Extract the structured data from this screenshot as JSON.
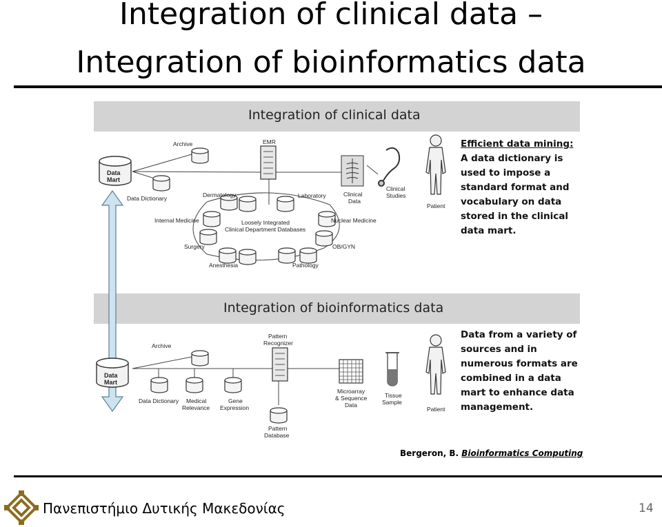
{
  "slide": {
    "title_line1": "Integration of clinical data –",
    "title_line2": "Integration of bioinformatics data",
    "footer": "Πανεπιστήμιο Δυτικής Μακεδονίας",
    "page_number": "14",
    "citation_author": "Bergeron, B.",
    "citation_title": "Bioinformatics  Computing"
  },
  "clinical": {
    "header": "Integration of clinical data",
    "labels": {
      "data_mart": [
        "Data",
        "Mart"
      ],
      "archive": "Archive",
      "emr": "EMR",
      "data_dictionary": "Data Dictionary",
      "dermatology": "Dermatology",
      "laboratory": "Laboratory",
      "clinical_data": [
        "Clinical",
        "Data"
      ],
      "clinical_studies": [
        "Clinical",
        "Studies"
      ],
      "patient": "Patient",
      "internal_medicine": "Internal Medicine",
      "loosely_integrated": [
        "Loosely Integrated",
        "Clinical Department Databases"
      ],
      "nuclear_medicine": "Nuclear Medicine",
      "surgery": "Surgery",
      "obgyn": "OB/GYN",
      "anesthesia": "Anesthesia",
      "pathology": "Pathology"
    },
    "note": [
      "Efficient data mining:",
      "A data dictionary is",
      "used to impose a",
      "standard format and",
      "vocabulary on data",
      "stored in the clinical",
      "data mart."
    ]
  },
  "bioinformatics": {
    "header": "Integration of bioinformatics data",
    "labels": {
      "data_mart": [
        "Data",
        "Mart"
      ],
      "archive": "Archive",
      "pattern_recognizer": [
        "Pattern",
        "Recognizer"
      ],
      "data_dictionary": "Data Dictionary",
      "medical_relevance": [
        "Medical",
        "Relevance"
      ],
      "gene_expression": [
        "Gene",
        "Expression"
      ],
      "microarray": [
        "Microarray",
        "& Sequence",
        "Data"
      ],
      "tissue_sample": [
        "Tissue",
        "Sample"
      ],
      "patient": "Patient",
      "pattern_database": [
        "Pattern",
        "Database"
      ]
    },
    "note": [
      "Data from a variety of",
      "sources and in",
      "numerous formats are",
      "combined in a data",
      "mart to enhance data",
      "management."
    ]
  },
  "colors": {
    "band": "#d3d3d3",
    "arrow_fill": "#cde3ef",
    "arrow_stroke": "#5a7f94"
  }
}
